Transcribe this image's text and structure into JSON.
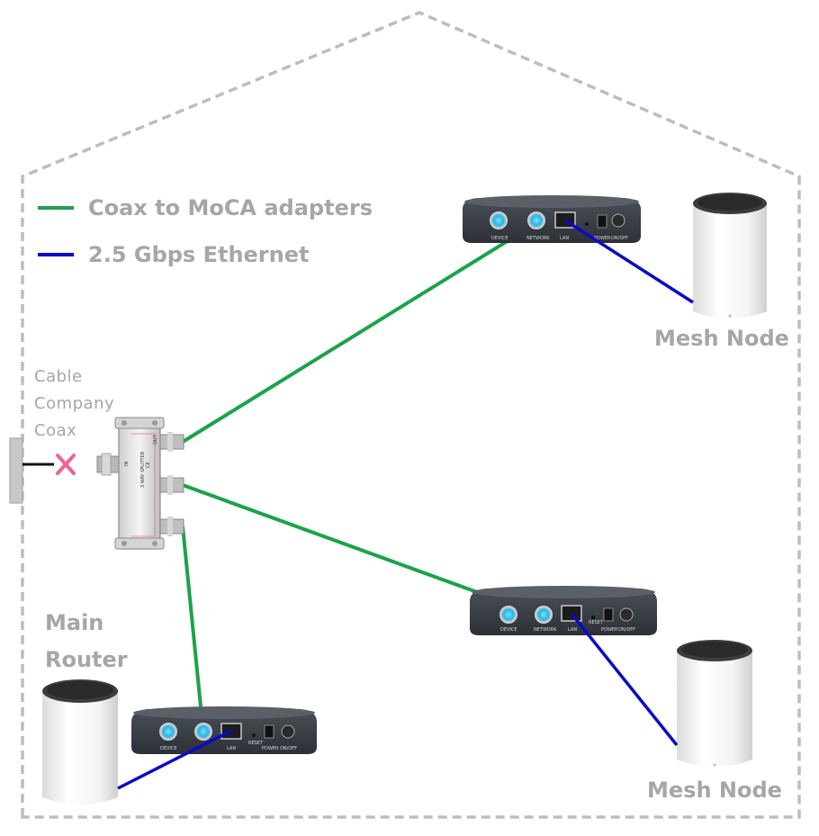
{
  "legend": {
    "coax_label": "Coax to MoCA adapters",
    "ethernet_label": "2.5 Gbps Ethernet"
  },
  "labels": {
    "cable_line1": "Cable",
    "cable_line2": "Company",
    "cable_line3": "Coax",
    "main_line1": "Main",
    "main_line2": "Router",
    "mesh_node_top": "Mesh Node",
    "mesh_node_bottom": "Mesh Node"
  },
  "adapter_ports": {
    "device": "DEVICE",
    "network": "NETWORK",
    "lan": "LAN",
    "reset": "RESET",
    "power": "POWER",
    "onoff": "ON/OFF"
  },
  "splitter": {
    "in": "IN",
    "out": "OUT",
    "model": "3 WAY SPLITTER",
    "ce": "CE"
  },
  "colors": {
    "coax": "#1aa34a",
    "ethernet": "#0a0ac8",
    "house_outline": "#bdbdbd",
    "label": "#a6a6a6",
    "cut_mark": "#f06292"
  },
  "icons": [
    "house-outline",
    "splitter",
    "moca-adapter",
    "mesh-node",
    "cut-x-icon",
    "wall-plate"
  ]
}
